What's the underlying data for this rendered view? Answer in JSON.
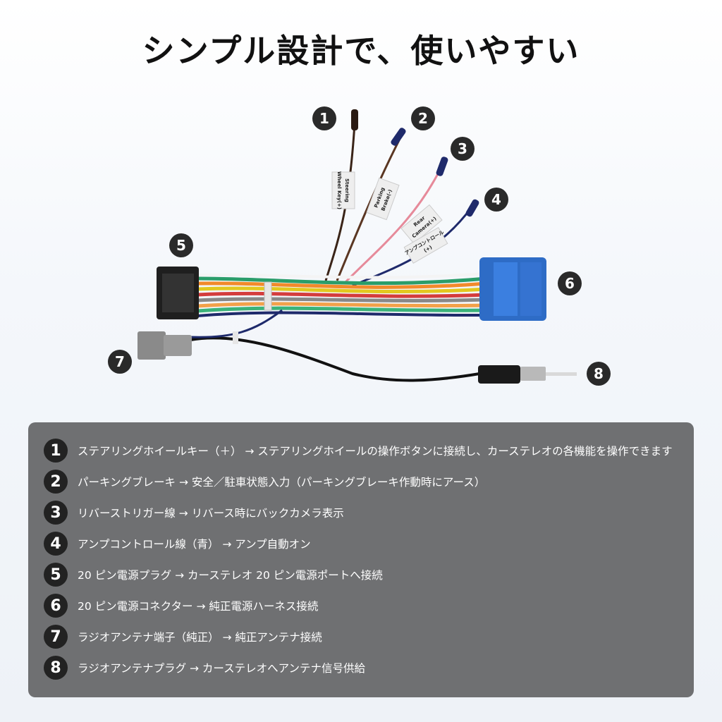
{
  "title": "シンプル設計で、使いやすい",
  "diagram": {
    "badges": [
      "1",
      "2",
      "3",
      "4",
      "5",
      "6",
      "7",
      "8"
    ],
    "tags": {
      "steering": [
        "Steering",
        "Wheel Key(+)"
      ],
      "parking": [
        "Parking",
        "Brake(-)"
      ],
      "rear": [
        "Rear",
        "Camera(+)"
      ],
      "amp": [
        "アンプコントロール",
        "(+)"
      ]
    }
  },
  "items": [
    {
      "num": "1",
      "text": "ステアリングホイールキー（＋） → ステアリングホイールの操作ボタンに接続し、カーステレオの各機能を操作できます"
    },
    {
      "num": "2",
      "text": "パーキングブレーキ → 安全／駐車状態入力（パーキングブレーキ作動時にアース）"
    },
    {
      "num": "3",
      "text": "リバーストリガー線 → リバース時にバックカメラ表示"
    },
    {
      "num": "4",
      "text": "アンプコントロール線（青） → アンプ自動オン"
    },
    {
      "num": "5",
      "text": "20 ピン電源プラグ → カーステレオ 20 ピン電源ポートへ接続"
    },
    {
      "num": "6",
      "text": "20 ピン電源コネクター → 純正電源ハーネス接続"
    },
    {
      "num": "7",
      "text": "ラジオアンテナ端子（純正） → 純正アンテナ接続"
    },
    {
      "num": "8",
      "text": "ラジオアンテナプラグ → カーステレオへアンテナ信号供給"
    }
  ]
}
